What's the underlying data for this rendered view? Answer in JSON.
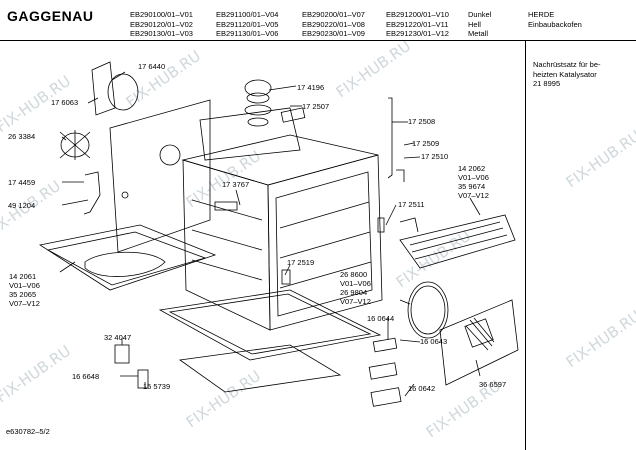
{
  "brand": "GAGGENAU",
  "models": {
    "col1": [
      "EB290100/01–V01",
      "EB290120/01–V02",
      "EB290130/01–V03"
    ],
    "col2": [
      "EB291100/01–V04",
      "EB291120/01–V05",
      "EB291130/01–V06"
    ],
    "col3": [
      "EB290200/01–V07",
      "EB290220/01–V08",
      "EB290230/01–V09"
    ],
    "col4": [
      "EB291200/01–V10",
      "EB291220/01–V11",
      "EB291230/01–V12"
    ],
    "col5": [
      "Dunkel",
      "Hell",
      "Metall"
    ]
  },
  "category": {
    "line1": "HERDE",
    "line2": "Einbaubackofen"
  },
  "note": [
    "Nachrüstsatz für be-",
    "heizten Katalysator",
    "21 8995"
  ],
  "parts": [
    "17 6440",
    "17 6063",
    "26 3384",
    "17 4459",
    "49 1204",
    "17 4196",
    "17 2507",
    "17 3767",
    "17 2508",
    "17 2509",
    "17 2510",
    "14 2062",
    "V01–V06",
    "35 9674",
    "V07–V12",
    "17 2511",
    "17 2519",
    "26 8600",
    "V01–V06",
    "26 9804",
    "V07–V12",
    "16 0644",
    "16 0643",
    "16 0642",
    "36 6597",
    "14 2061",
    "V01–V06",
    "35 2065",
    "V07–V12",
    "32 4047",
    "16 6648",
    "15 5739"
  ],
  "footer": "e630782–5/2",
  "watermark": "FIX-HUB.RU"
}
